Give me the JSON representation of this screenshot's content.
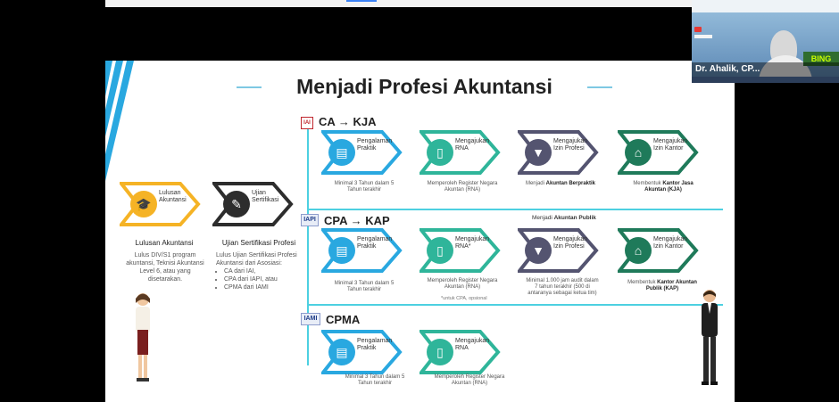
{
  "slide": {
    "title": "Menjadi Profesi Akuntansi",
    "left": {
      "steps": [
        {
          "label": "Lulusan Akuntansi",
          "icon": "graduation-cap-icon",
          "color": "#f5b325"
        },
        {
          "label": "Ujian Sertifikasi",
          "icon": "pencil-icon",
          "color": "#2d2d2d"
        }
      ],
      "heads": [
        "Lulusan Akuntansi",
        "Ujian Sertifikasi Profesi"
      ],
      "grad_text": "Lulus DIV/S1 program akuntansi, Teknisi Akuntansi Level 6, atau yang disetarakan.",
      "exam_intro": "Lulus Ujian Sertifikasi Profesi Akuntansi dari Asosiasi:",
      "exam_items": [
        "CA dari IAI,",
        "CPA dari IAPI, atau",
        "CPMA dari IAMI"
      ]
    },
    "tracks": [
      {
        "badge": "IAI",
        "title": "CA → KJA",
        "steps": [
          {
            "label": "Pengalaman Praktik",
            "color": "#29a8e0",
            "icon": "briefcase-icon"
          },
          {
            "label": "Mengajukan RNA",
            "color": "#2fb59a",
            "icon": "document-icon"
          },
          {
            "label": "Mengajukan Izin Profesi",
            "color": "#545470",
            "icon": "tie-icon"
          },
          {
            "label": "Mengajukan Izin Kantor",
            "color": "#1f7a5a",
            "icon": "building-icon"
          }
        ],
        "descs": [
          {
            "text": "Minimal 3 Tahun dalam 5 Tahun terakhir"
          },
          {
            "text": "Memperoleh Register Negara Akuntan (RNA)"
          },
          {
            "pre": "Menjadi ",
            "bold": "Akuntan Berpraktik"
          },
          {
            "pre": "Membentuk ",
            "bold": "Kantor Jasa Akuntan (KJA)"
          }
        ]
      },
      {
        "badge": "IAPI",
        "title": "CPA → KAP",
        "mid_label_pre": "Menjadi ",
        "mid_label_bold": "Akuntan Publik",
        "steps": [
          {
            "label": "Pengalaman Praktik",
            "color": "#29a8e0",
            "icon": "briefcase-icon"
          },
          {
            "label": "Mengajukan RNA*",
            "color": "#2fb59a",
            "icon": "document-icon"
          },
          {
            "label": "Mengajukan Izin Profesi",
            "color": "#545470",
            "icon": "tie-icon"
          },
          {
            "label": "Mengajukan Izin Kantor",
            "color": "#1f7a5a",
            "icon": "building-icon"
          }
        ],
        "descs": [
          {
            "text": "Minimal 3 Tahun dalam 5 Tahun terakhir"
          },
          {
            "text": "Memperoleh Register Negara Akuntan (RNA)"
          },
          {
            "text": "Minimal 1.000 jam audit dalam 7 tahun terakhir (500 di antaranya sebagai ketua tim)"
          },
          {
            "pre": "Membentuk ",
            "bold": "Kantor Akuntan Publik (KAP)"
          }
        ],
        "note": "*untuk CPA, opsional"
      },
      {
        "badge": "IAMI",
        "title": "CPMA",
        "steps": [
          {
            "label": "Pengalaman Praktik",
            "color": "#29a8e0",
            "icon": "briefcase-icon"
          },
          {
            "label": "Mengajukan RNA",
            "color": "#2fb59a",
            "icon": "document-icon"
          }
        ],
        "descs": [
          {
            "text": "Minimal 3 Tahun dalam 5 Tahun terakhir"
          },
          {
            "text": "Memperoleh Register Negara Akuntan (RNA)"
          }
        ]
      }
    ]
  },
  "webcam": {
    "name": "Dr. Ahalik, CP...",
    "banner": "BING"
  }
}
